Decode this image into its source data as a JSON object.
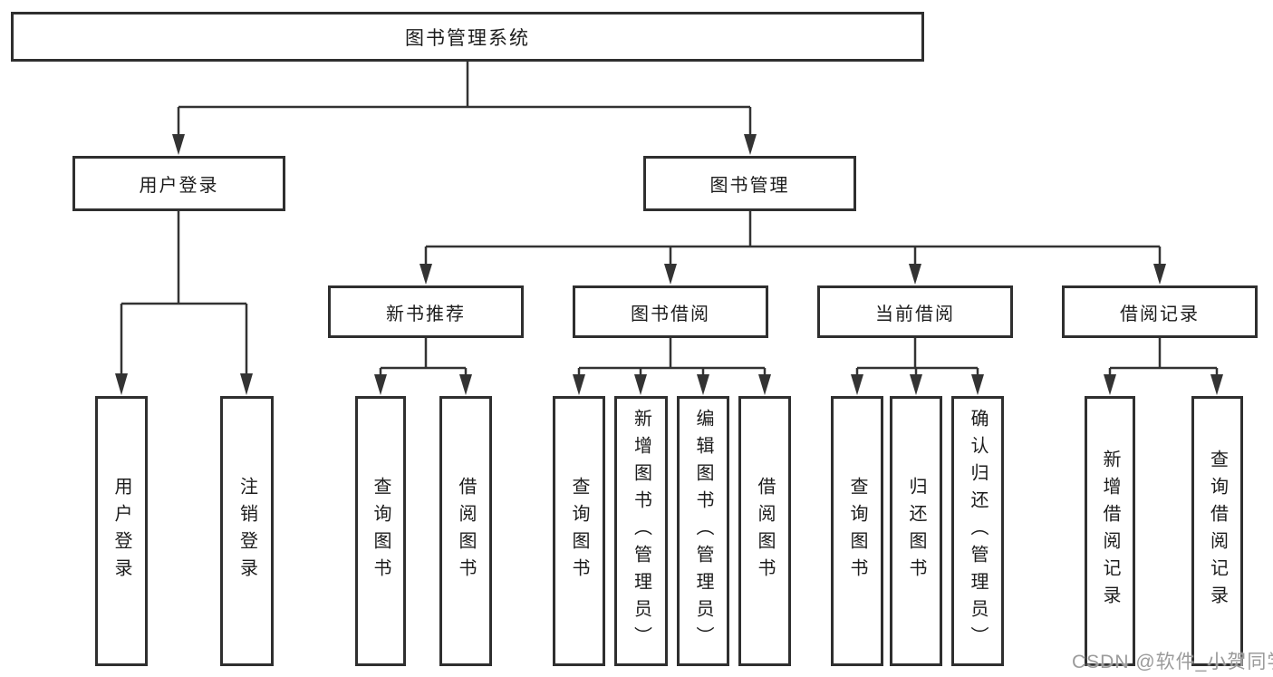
{
  "diagram": {
    "title": "图书管理系统",
    "nodes": {
      "root": "图书管理系统",
      "user_login": "用户登录",
      "book_mgmt": "图书管理",
      "new_book": "新书推荐",
      "book_borrow": "图书借阅",
      "current_borrow": "当前借阅",
      "borrow_record": "借阅记录",
      "leaf_user_login": "用户登录",
      "leaf_logout": "注销登录",
      "leaf_nb_query": "查询图书",
      "leaf_nb_borrow": "借阅图书",
      "leaf_bb_query": "查询图书",
      "leaf_bb_add": "新增图书（管理员）",
      "leaf_bb_edit": "编辑图书（管理员）",
      "leaf_bb_borrow": "借阅图书",
      "leaf_cb_query": "查询图书",
      "leaf_cb_return": "归还图书",
      "leaf_cb_confirm": "确认归还（管理员）",
      "leaf_br_add": "新增借阅记录",
      "leaf_br_query": "查询借阅记录"
    },
    "colors": {
      "line": "#333333",
      "border": "#2f2f2f",
      "box_bg": "#ffffff",
      "text": "#1c1c1c",
      "watermark": "#9b9b9b",
      "background": "#ffffff"
    }
  },
  "watermark": "CSDN @软件_小贺同学"
}
